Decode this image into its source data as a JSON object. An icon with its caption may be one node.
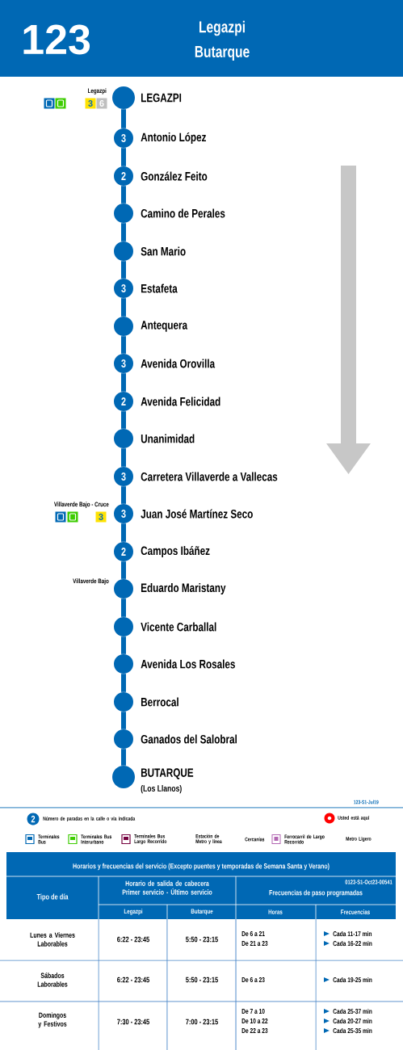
{
  "diagram": {
    "nodes": [
      {
        "text": [
          "LEGAZPI"
        ],
        "beside": [
          "Legazpi",
          "3",
          "6"
        ]
      },
      {
        "text": [
          "3",
          "Antonio López"
        ]
      },
      {
        "text": [
          "2",
          "González Feito"
        ]
      },
      {
        "text": [
          "Camino de Perales"
        ]
      },
      {
        "text": [
          "San Mario"
        ]
      },
      {
        "text": [
          "3",
          "Estafeta"
        ]
      },
      {
        "text": [
          "Antequera"
        ]
      },
      {
        "text": [
          "3",
          "Avenida Orovilla"
        ]
      },
      {
        "text": [
          "2",
          "Avenida Felicidad"
        ]
      },
      {
        "text": [
          "Unanimidad"
        ]
      },
      {
        "text": [
          "3",
          "Carretera Villaverde a Vallecas"
        ]
      },
      {
        "text": [
          "3",
          "Juan José Martínez Seco"
        ],
        "beside": [
          "Villaverde Bajo - Cruce",
          "3"
        ]
      },
      {
        "text": [
          "2",
          "Campos Ibáñez"
        ]
      },
      {
        "text": [
          "Eduardo Maristany"
        ],
        "beside": [
          "Villaverde Bajo"
        ]
      },
      {
        "text": [
          "Vicente Carballal"
        ]
      },
      {
        "text": [
          "Avenida Los Rosales"
        ]
      },
      {
        "text": [
          "Berrocal"
        ]
      },
      {
        "text": [
          "Ganados del Salobral"
        ]
      },
      {
        "text": [
          "BUTARQUE",
          "(Los Llanos)"
        ]
      }
    ],
    "edges": [
      {
        "from": 0,
        "to": 1,
        "arrow": "none"
      },
      {
        "from": 1,
        "to": 2,
        "arrow": "none"
      },
      {
        "from": 2,
        "to": 3,
        "arrow": "none"
      },
      {
        "from": 3,
        "to": 4,
        "arrow": "none"
      },
      {
        "from": 4,
        "to": 5,
        "arrow": "none"
      },
      {
        "from": 5,
        "to": 6,
        "arrow": "none"
      },
      {
        "from": 6,
        "to": 7,
        "arrow": "none"
      },
      {
        "from": 7,
        "to": 8,
        "arrow": "none"
      },
      {
        "from": 8,
        "to": 9,
        "arrow": "none"
      },
      {
        "from": 9,
        "to": 10,
        "arrow": "none"
      },
      {
        "from": 10,
        "to": 11,
        "arrow": "none"
      },
      {
        "from": 11,
        "to": 12,
        "arrow": "none"
      },
      {
        "from": 12,
        "to": 13,
        "arrow": "none"
      },
      {
        "from": 13,
        "to": 14,
        "arrow": "none"
      },
      {
        "from": 14,
        "to": 15,
        "arrow": "none"
      },
      {
        "from": 15,
        "to": 16,
        "arrow": "none"
      },
      {
        "from": 16,
        "to": 17,
        "arrow": "none"
      },
      {
        "from": 17,
        "to": 18,
        "arrow": "none"
      }
    ],
    "labels": [
      "123",
      "Legazpi",
      "Butarque",
      "123-S1-Jul19",
      "2",
      "Horarios y frecuencias del servicio (Excepto puentes y temporadas de Semana Santa y Verano)",
      "Tipo de día",
      "Horario de salida de cabecera Primer servicio - Último servicio",
      "0123-S1-Oct23-00541",
      "Frecuencias de paso programadas",
      "Legazpi",
      "Butarque",
      "Horas",
      "Frecuencias",
      "Lunes a Viernes Laborables",
      "6:22 - 23:45",
      "5:50 - 23:15",
      "De 6 a 21",
      "De 21 a 23",
      "Cada 11-17 min",
      "Cada 16-22 min",
      "Sábados Laborables",
      "6:22 - 23:45",
      "5:50 - 23:15",
      "De 6 a 23",
      "Cada 19-25 min",
      "Domingos y Festivos",
      "7:30 - 23:45",
      "7:00 - 23:15",
      "De 7 a 10",
      "De 10 a 22",
      "De 22 a 23",
      "Cada 25-37 min",
      "Cada 20-27 min",
      "Cada 25-35 min"
    ],
    "legend": [
      {
        "text": "Número de paradas en la calle o vía indicada"
      },
      {
        "text": "Usted está aquí"
      },
      {
        "text": "Terminales Bus"
      },
      {
        "text": "Terminales Bus Interurbano"
      },
      {
        "text": "Terminales Bus Largo Recorrido"
      },
      {
        "text": "Estación de Metro y línea"
      },
      {
        "text": "Cercanías"
      },
      {
        "text": "Ferrocarril de Largo Recorrido"
      },
      {
        "text": "Metro Ligero"
      }
    ]
  }
}
